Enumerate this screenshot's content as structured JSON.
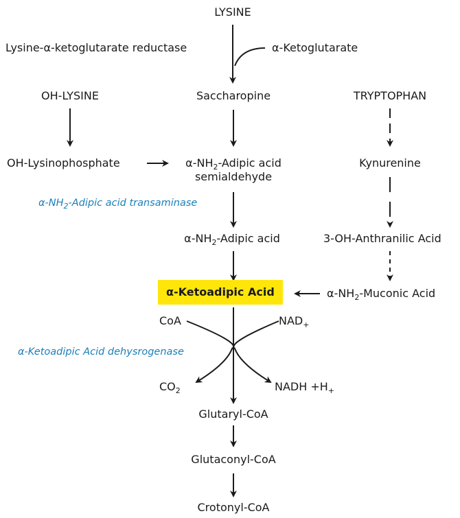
{
  "colors": {
    "highlight": "#ffe60a",
    "enzyme": "#1a7fb8",
    "ink": "#1a1a1a"
  },
  "nodes": {
    "lysine": "LYSINE",
    "reductase": "Lysine-α-ketoglutarate reductase",
    "aketoglutarate": "α-Ketoglutarate",
    "oh_lysine": "OH-LYSINE",
    "saccharopine": "Saccharopine",
    "tryptophan": "TRYPTOPHAN",
    "oh_lysinophosphate": "OH-Lysinophosphate",
    "semialdehyde_prefix": "α-NH",
    "semialdehyde_sub": "2",
    "semialdehyde_suffix": "-Adipic acid",
    "semialdehyde_line2": "semialdehyde",
    "kynurenine": "Kynurenine",
    "transaminase_prefix": "α-NH",
    "transaminase_sub": "2",
    "transaminase_suffix": "-Adipic acid transaminase",
    "adipic_prefix": "α-NH",
    "adipic_sub": "2",
    "adipic_suffix": "-Adipic acid",
    "anthranilic": "3-OH-Anthranilic Acid",
    "ketoadipic": "α-Ketoadipic Acid",
    "muconic_prefix": "α-NH",
    "muconic_sub": "2",
    "muconic_suffix": "-Muconic Acid",
    "coa": "CoA",
    "nad_prefix": "NAD",
    "nad_sub": "+",
    "dehydrogenase": "α-Ketoadipic Acid dehysrogenase",
    "co2_prefix": "CO",
    "co2_sub": "2",
    "nadh_prefix": "NADH +H",
    "nadh_sub": "+",
    "glutaryl": "Glutaryl-CoA",
    "glutaconyl": "Glutaconyl-CoA",
    "crotonyl": "Crotonyl-CoA"
  }
}
